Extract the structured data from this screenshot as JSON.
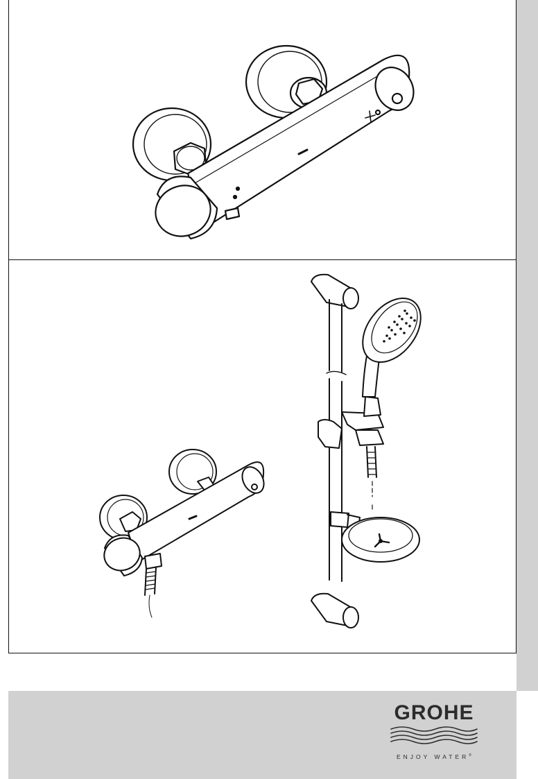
{
  "brand": {
    "name": "GROHE",
    "tagline": "ENJOY WATER",
    "registered_mark": "®",
    "logo_icon": "water-waves-icon"
  },
  "panels": [
    {
      "icon": "thermostatic-shower-mixer-illustration"
    },
    {
      "icon": "shower-rail-set-illustration"
    }
  ],
  "colors": {
    "line": "#111111",
    "side_strip": "#d1d1d1",
    "footer_band": "#d1d1d1",
    "logo": "#2c2c2c"
  }
}
